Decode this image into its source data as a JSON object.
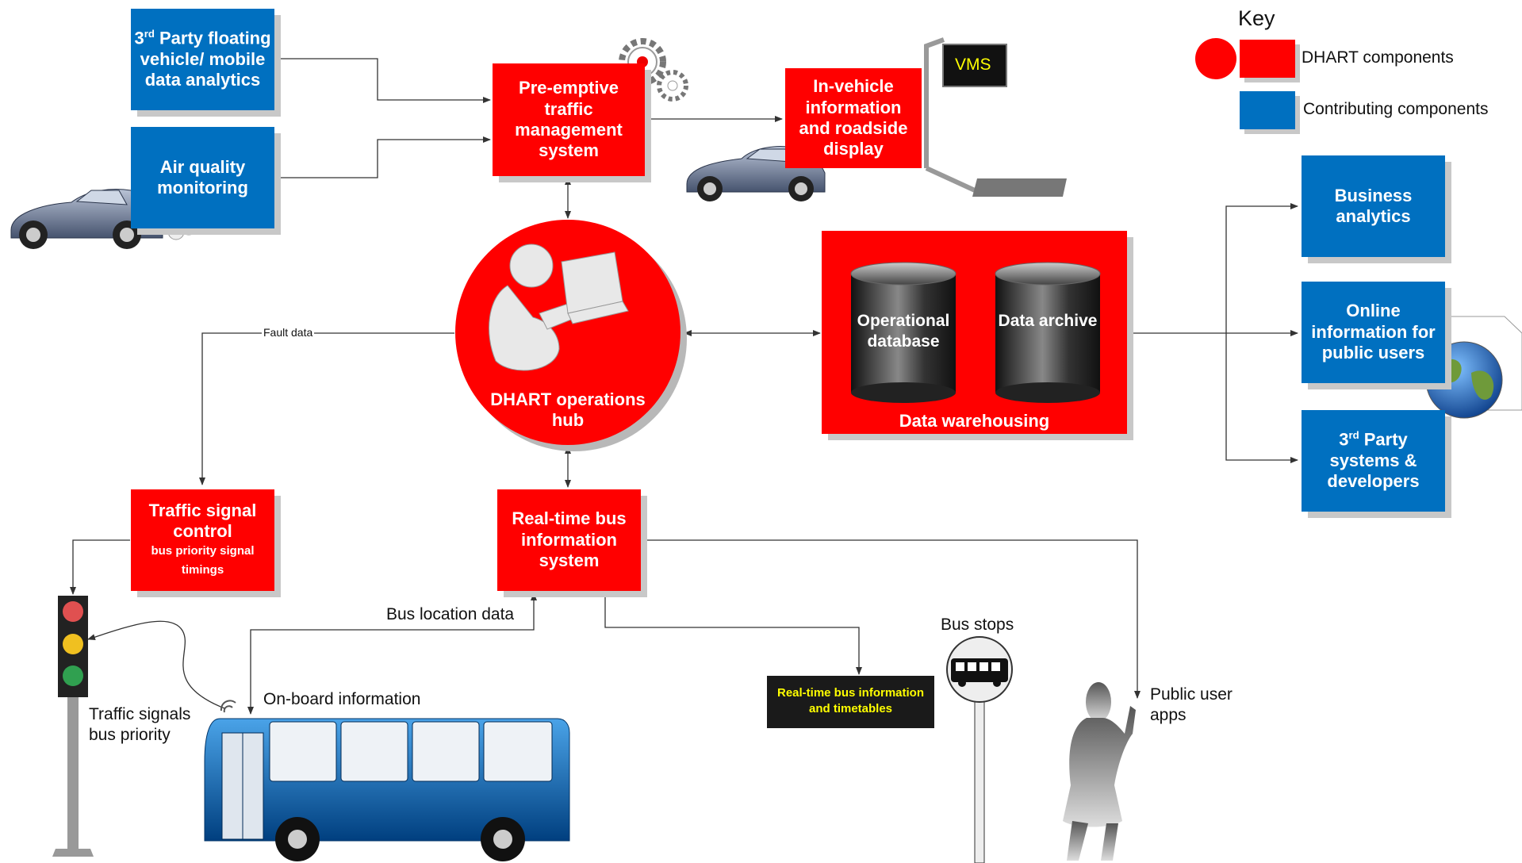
{
  "components": {
    "third_party_floating": {
      "lines": [
        "3",
        "rd",
        " Party floating vehicle/ mobile data analytics"
      ]
    },
    "air_quality": "Air quality monitoring",
    "preemptive": "Pre-emptive traffic management system",
    "in_vehicle": "In-vehicle information and roadside display",
    "vms": "VMS",
    "hub": "DHART operations hub",
    "operational_db": "Operational database",
    "data_archive": "Data archive",
    "data_warehousing": "Data warehousing",
    "business_analytics": "Business analytics",
    "online_info": "Online information for public users",
    "third_party_sys": {
      "sup": "rd",
      "pre": "3",
      "rest": " Party systems & developers"
    },
    "traffic_signal": "Traffic signal control",
    "traffic_signal_sub": "bus priority signal timings",
    "rtbus": "Real-time bus information system",
    "rt_display": "Real-time bus information and timetables"
  },
  "labels": {
    "fault_data": "Fault data",
    "bus_location": "Bus location data",
    "onboard": "On-board information",
    "traffic_signals_bus": "Traffic signals bus priority",
    "bus_stops": "Bus stops",
    "public_user_apps": "Public user apps"
  },
  "key": {
    "title": "Key",
    "dhart": "DHART components",
    "contributing": "Contributing components"
  },
  "colors": {
    "dhart": "#ff0000",
    "contributing": "#0070c0",
    "arrow": "#333333"
  }
}
